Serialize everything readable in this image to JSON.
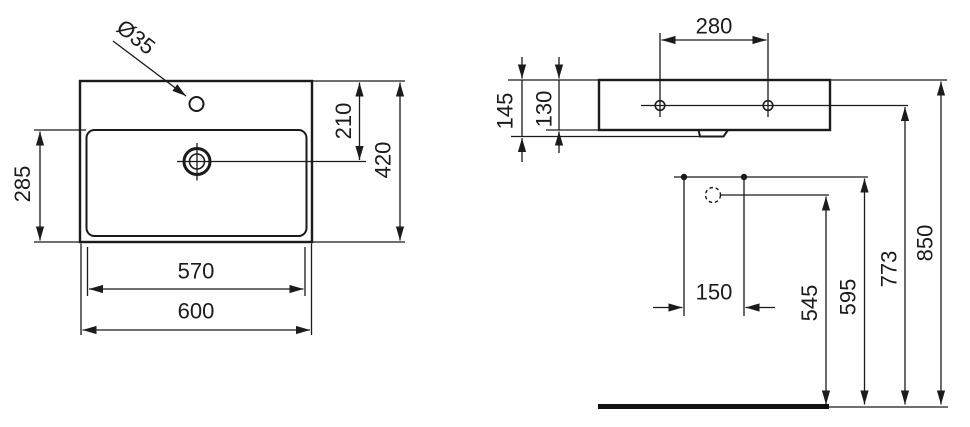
{
  "top_view": {
    "faucet_hole_diameter": "Ø35",
    "drain_from_rear_edge": "210",
    "overall_depth": "420",
    "basin_depth": "285",
    "basin_width": "570",
    "overall_width": "600"
  },
  "side_view": {
    "fixing_hole_spacing": "280",
    "edge_height": "145",
    "ceramic_height": "130",
    "outlet_spacing": "150",
    "trap_outlet_height": "545",
    "supply_height": "595",
    "fixing_hole_height": "773",
    "rim_height": "850"
  }
}
